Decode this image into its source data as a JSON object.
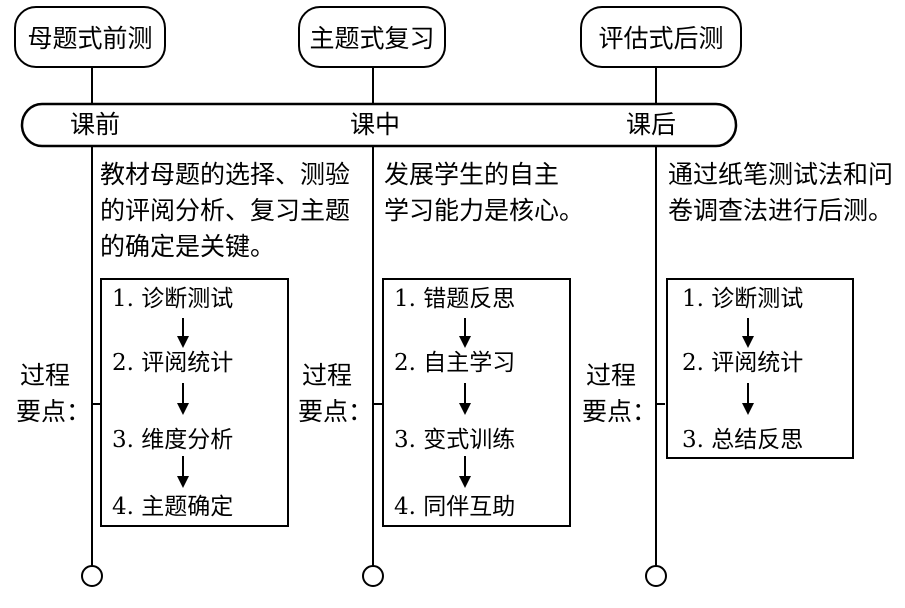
{
  "stages": [
    {
      "title": "母题式前测",
      "phase": "课前",
      "description": [
        "教材母题的选择、测验",
        "的评阅分析、复习主题",
        "的确定是关键。"
      ],
      "process_label": [
        "过程",
        "要点："
      ],
      "steps": [
        "1. 诊断测试",
        "2. 评阅统计",
        "3. 维度分析",
        "4. 主题确定"
      ]
    },
    {
      "title": "主题式复习",
      "phase": "课中",
      "description": [
        "发展学生的自主",
        "学习能力是核心。"
      ],
      "process_label": [
        "过程",
        "要点："
      ],
      "steps": [
        "1. 错题反思",
        "2. 自主学习",
        "3. 变式训练",
        "4. 同伴互助"
      ]
    },
    {
      "title": "评估式后测",
      "phase": "课后",
      "description": [
        "通过纸笔测试法和问",
        "卷调查法进行后测。"
      ],
      "process_label": [
        "过程",
        "要点："
      ],
      "steps": [
        "1. 诊断测试",
        "2. 评阅统计",
        "3. 总结反思"
      ]
    }
  ]
}
